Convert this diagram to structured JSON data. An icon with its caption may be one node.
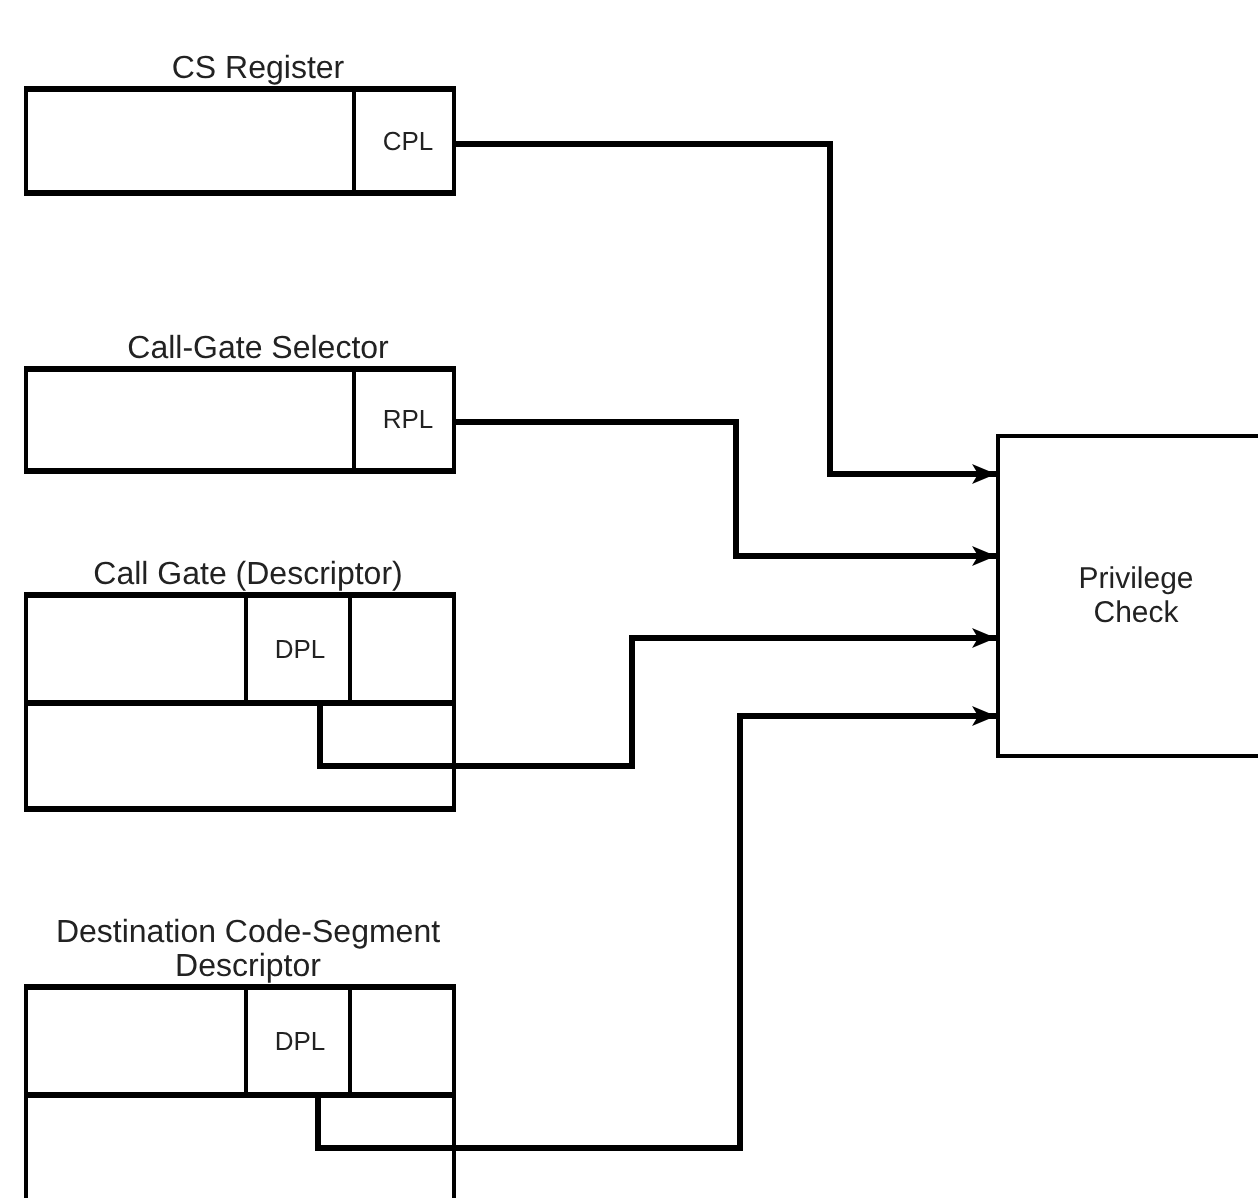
{
  "diagram": {
    "nodes": [
      {
        "text": [
          "CS Register"
        ]
      },
      {
        "text": [
          "CPL"
        ],
        "in": 0
      },
      {
        "text": [
          "Call-Gate Selector"
        ]
      },
      {
        "text": [
          "RPL"
        ],
        "in": 2
      },
      {
        "text": [
          "Call Gate (Descriptor)"
        ]
      },
      {
        "text": [
          "DPL"
        ],
        "in": 4
      },
      {
        "text": [
          "Destination Code-Segment Descriptor"
        ]
      },
      {
        "text": [
          "DPL"
        ],
        "in": 6
      },
      {
        "text": [
          "Privilege Check"
        ]
      }
    ],
    "edges": [
      {
        "from": 1,
        "to": 8,
        "arrow": "to"
      },
      {
        "from": 3,
        "to": 8,
        "arrow": "to"
      },
      {
        "from": 5,
        "to": 8,
        "arrow": "to"
      },
      {
        "from": 7,
        "to": 8,
        "arrow": "to"
      }
    ]
  }
}
